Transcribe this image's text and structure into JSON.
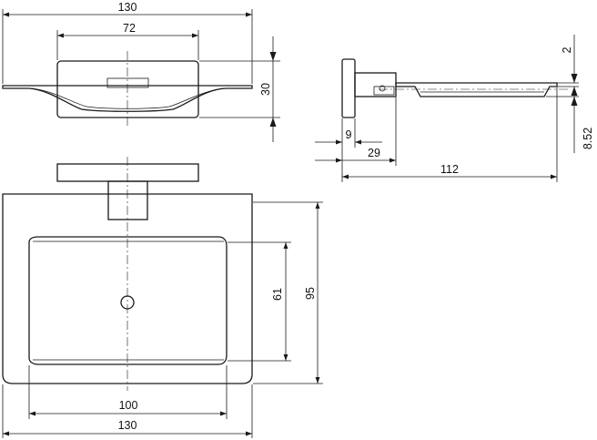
{
  "dimensions": {
    "top_view_total_width": "130",
    "top_view_plate_width": "72",
    "top_view_plate_height": "30",
    "side_gap_top": "2",
    "side_gap_bottom": "8.52",
    "side_offset_small": "9",
    "side_offset_mid": "29",
    "side_depth_total": "112",
    "front_tray_height": "61",
    "front_total_height": "95",
    "front_tray_width": "100",
    "front_total_width": "130"
  }
}
